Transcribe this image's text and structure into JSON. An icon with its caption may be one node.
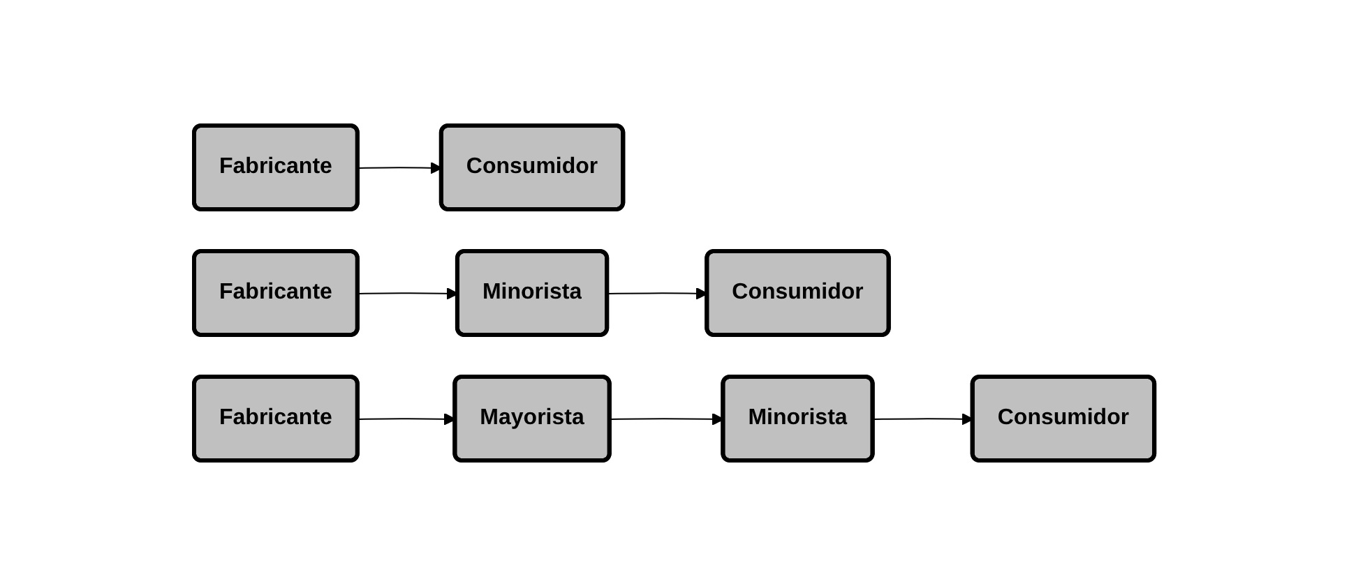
{
  "diagram": {
    "nodes": [
      {
        "text": [
          "Fabricante"
        ]
      },
      {
        "text": [
          "Consumidor"
        ]
      },
      {
        "text": [
          "Fabricante"
        ]
      },
      {
        "text": [
          "Minorista"
        ]
      },
      {
        "text": [
          "Consumidor"
        ]
      },
      {
        "text": [
          "Fabricante"
        ]
      },
      {
        "text": [
          "Mayorista"
        ]
      },
      {
        "text": [
          "Minorista"
        ]
      },
      {
        "text": [
          "Consumidor"
        ]
      }
    ],
    "edges": [
      {
        "from": 0,
        "to": 1,
        "arrow": "to"
      },
      {
        "from": 2,
        "to": 3,
        "arrow": "to"
      },
      {
        "from": 3,
        "to": 4,
        "arrow": "to"
      },
      {
        "from": 5,
        "to": 6,
        "arrow": "to"
      },
      {
        "from": 6,
        "to": 7,
        "arrow": "to"
      },
      {
        "from": 7,
        "to": 8,
        "arrow": "to"
      }
    ]
  }
}
